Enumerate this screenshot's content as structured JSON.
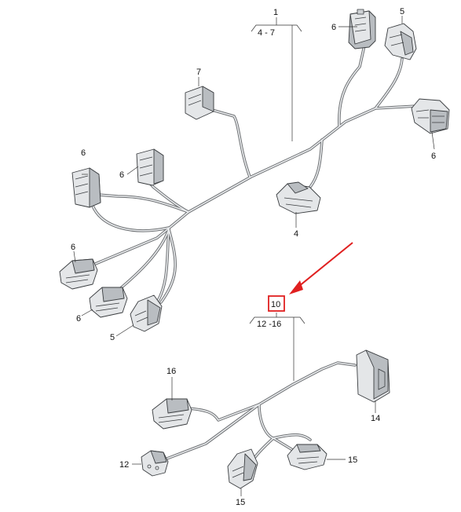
{
  "callouts": {
    "assembly_upper": "1",
    "range_upper": "4 - 7",
    "assembly_lower": "10",
    "range_lower": "12 -16"
  },
  "part_labels": {
    "p6_top": "6",
    "p5_top": "5",
    "p7": "7",
    "p6_right": "6",
    "p6_left_a": "6",
    "p6_left_b": "6",
    "p4": "4",
    "p6_mid": "6",
    "p6_low": "6",
    "p5_low": "5",
    "p16": "16",
    "p14": "14",
    "p12": "12",
    "p15_right": "15",
    "p15_bottom": "15"
  },
  "highlight": {
    "target": "10",
    "box_color": "#e02020",
    "arrow_color": "#e02020"
  },
  "colors": {
    "wire": "#6f7275",
    "part_fill": "#e4e6e8",
    "outline": "#3a3d40"
  }
}
